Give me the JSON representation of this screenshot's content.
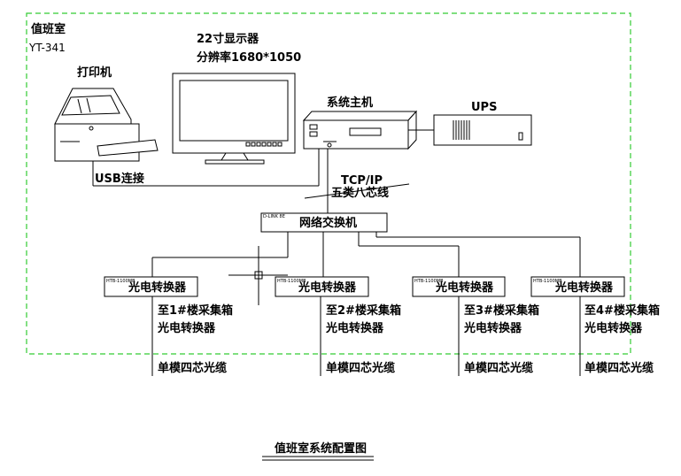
{
  "room": {
    "title": "值班室",
    "code": "YT-341"
  },
  "printer": {
    "label": "打印机"
  },
  "monitor": {
    "title": "22寸显示器",
    "resolution": "分辨率1680*1050"
  },
  "host": {
    "label": "系统主机"
  },
  "ups": {
    "label": "UPS"
  },
  "links": {
    "usb": "USB连接",
    "tcpip": "TCP/IP",
    "cable": "五类八芯线"
  },
  "switch": {
    "label": "网络交换机",
    "model": "D-LINK 8E"
  },
  "converters": [
    {
      "label": "光电转换器",
      "model": "HTB-1100MB",
      "dest_line1": "至1#楼采集箱",
      "dest_line2": "光电转换器",
      "fiber": "单模四芯光缆"
    },
    {
      "label": "光电转换器",
      "model": "HTB-1100MB",
      "dest_line1": "至2#楼采集箱",
      "dest_line2": "光电转换器",
      "fiber": "单模四芯光缆"
    },
    {
      "label": "光电转换器",
      "model": "HTB-1100MB",
      "dest_line1": "至3#楼采集箱",
      "dest_line2": "光电转换器",
      "fiber": "单模四芯光缆"
    },
    {
      "label": "光电转换器",
      "model": "HTB-1100MB",
      "dest_line1": "至4#楼采集箱",
      "dest_line2": "光电转换器",
      "fiber": "单模四芯光缆"
    }
  ],
  "caption": "值班室系统配置图",
  "colors": {
    "boundary": "#33cc33",
    "line": "#000000",
    "background": "#ffffff"
  }
}
